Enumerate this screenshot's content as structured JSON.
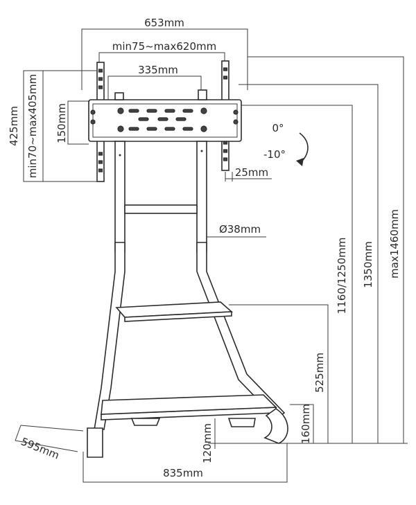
{
  "dimensions": {
    "total_width": "653mm",
    "vesa_horizontal": "min75~max620mm",
    "arm_spacing": "335mm",
    "vertical_425": "425mm",
    "vesa_vertical": "min70~max405mm",
    "bracket_height": "150mm",
    "tilt_0": "0°",
    "tilt_minus10": "-10°",
    "wall_gap": "25mm",
    "pole_diameter": "Ø38mm",
    "height_1160_1250": "1160/1250mm",
    "height_1350": "1350mm",
    "height_max1460": "max1460mm",
    "shelf_height_525": "525mm",
    "base_height_160": "160mm",
    "bottom_shelf_120": "120mm",
    "depth_595": "595mm",
    "base_width_835": "835mm"
  }
}
